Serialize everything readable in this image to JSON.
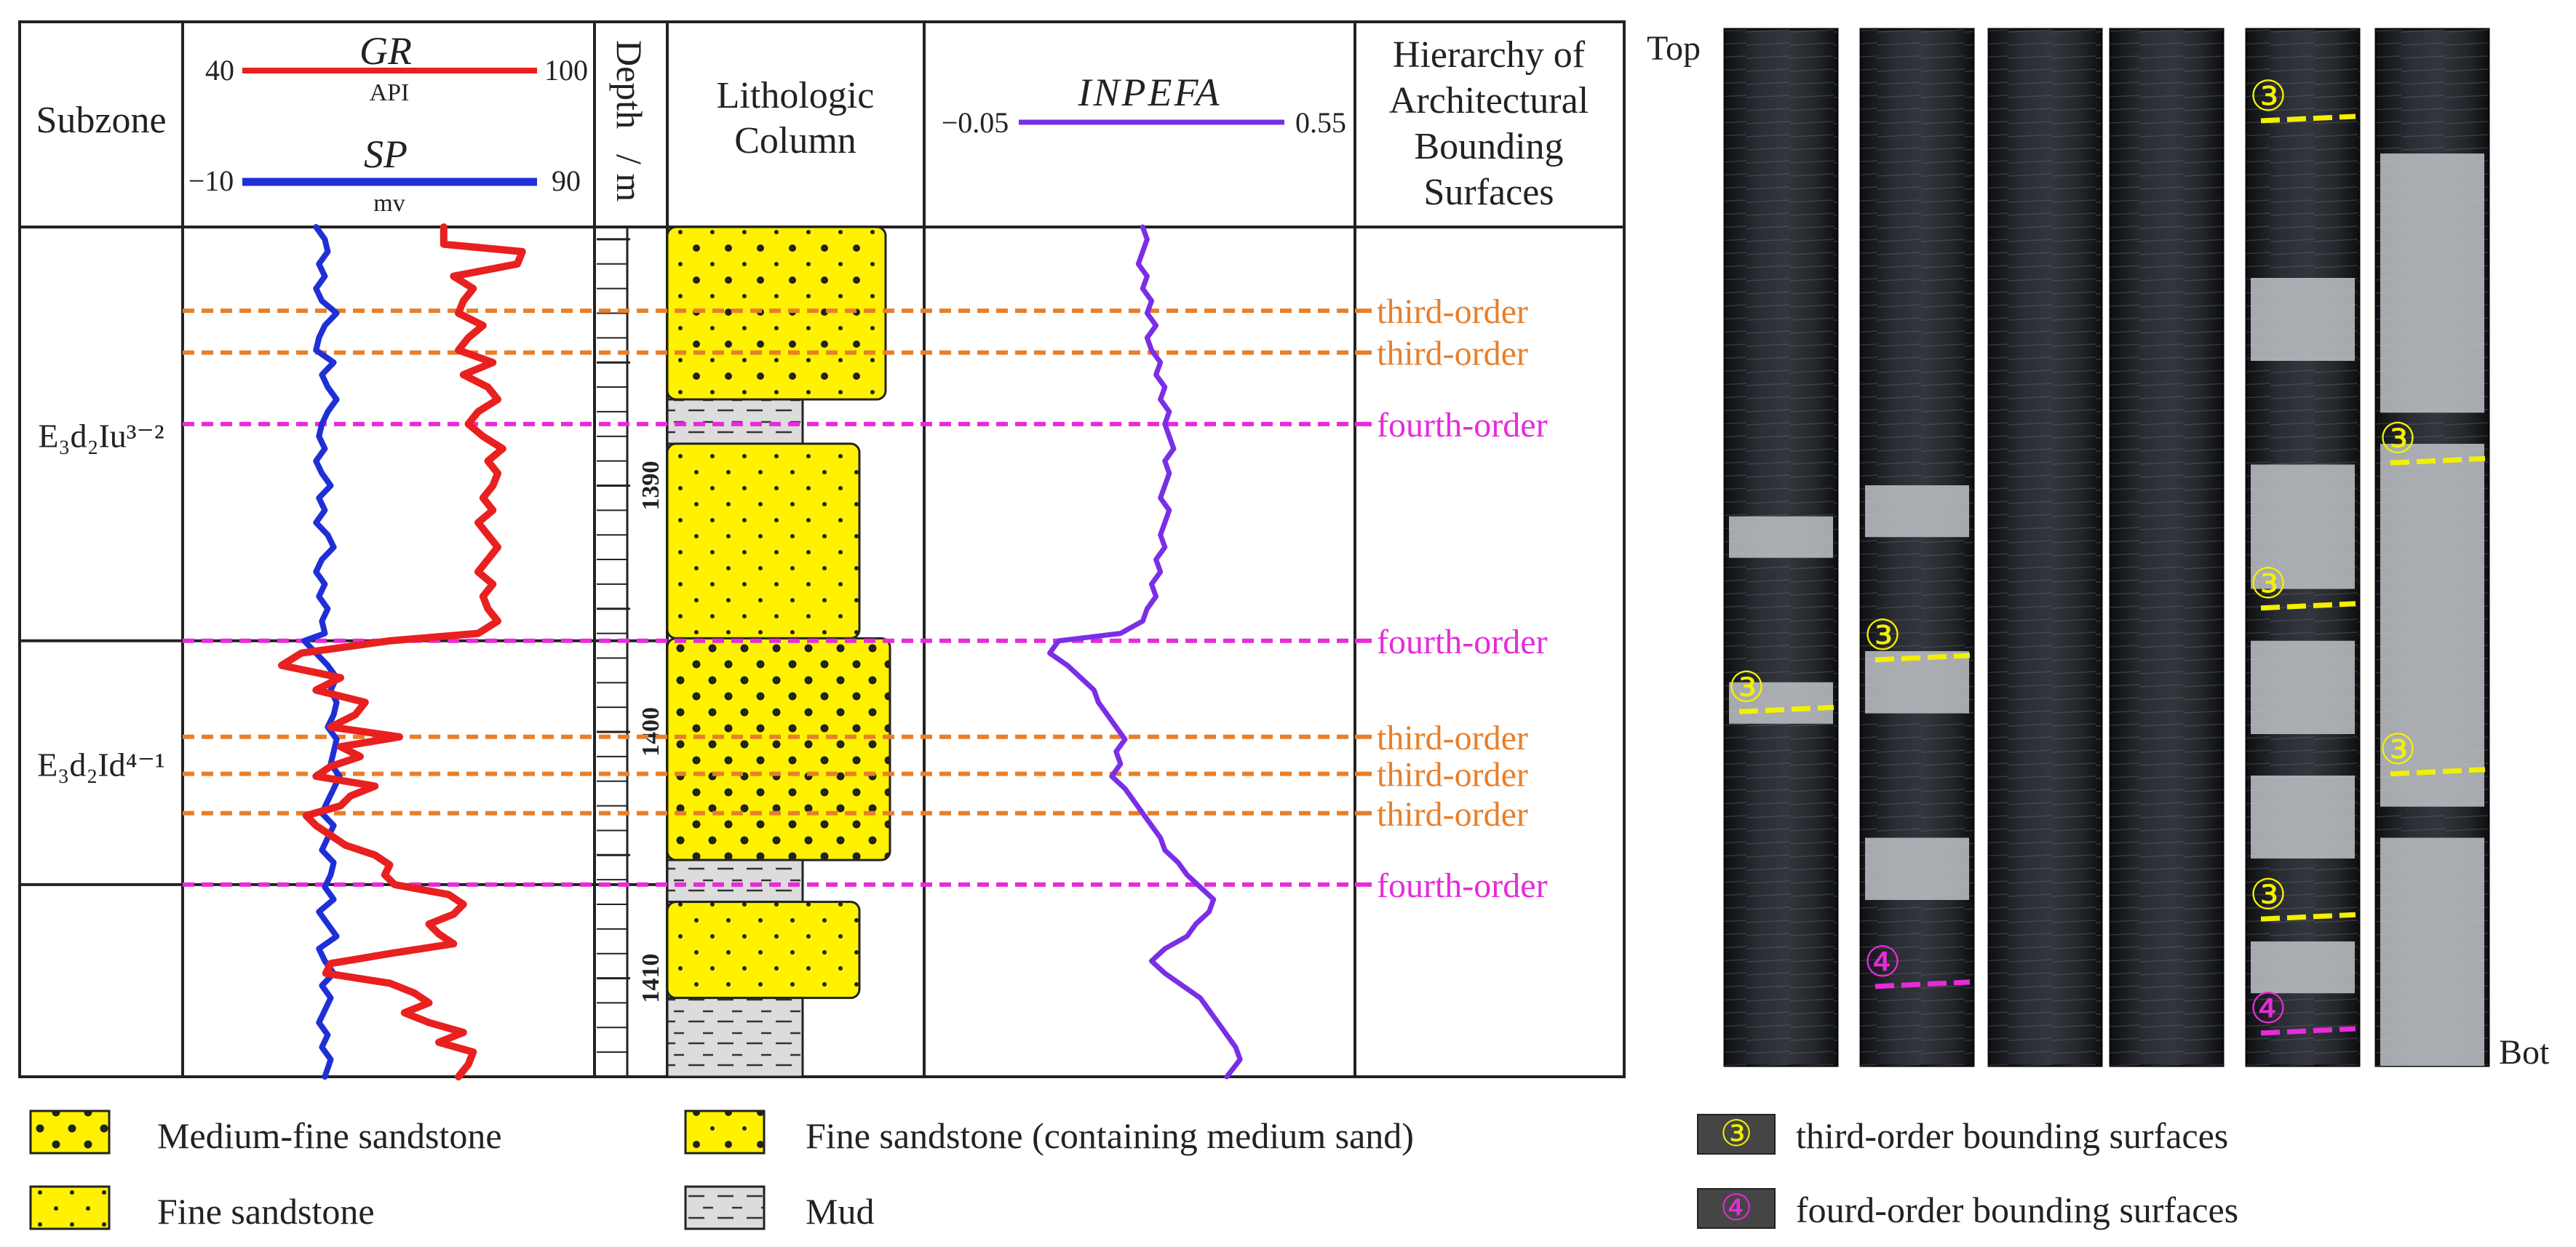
{
  "colors": {
    "gr": "#e8201f",
    "sp": "#1f2fd6",
    "inpefa": "#7a2ee6",
    "third_order": "#e87f2a",
    "fourth_order": "#e72bd9",
    "sand": "#fff200",
    "mud": "#dcdcdc",
    "core_dark": "#1a1c20",
    "core_light": "#bfc3c8",
    "circle_third": "#f3f000",
    "circle_fourth": "#e72bd9"
  },
  "headers": {
    "subzone": "Subzone",
    "gr_name": "GR",
    "gr_min": "40",
    "gr_max": "100",
    "gr_unit": "API",
    "sp_name": "SP",
    "sp_min": "−10",
    "sp_max": "90",
    "sp_unit": "mv",
    "depth": "Depth",
    "depth_unit": "/ m",
    "litho_line1": "Lithologic",
    "litho_line2": "Column",
    "inpefa_name": "INPEFA",
    "inpefa_min": "−0.05",
    "inpefa_max": "0.55",
    "hier_line1": "Hierarchy of",
    "hier_line2": "Architectural",
    "hier_line3": "Bounding",
    "hier_line4": "Surfaces"
  },
  "subzones": [
    {
      "label": "E₃d₂Iu³⁻²",
      "top_depth": 1379.5,
      "bottom_depth": 1396.3
    },
    {
      "label": "E₃d₂Id⁴⁻¹",
      "top_depth": 1396.3,
      "bottom_depth": 1406.2
    },
    {
      "label": "",
      "top_depth": 1406.2,
      "bottom_depth": 1414.0
    }
  ],
  "depth_axis": {
    "top": 1379.5,
    "bottom": 1414.0,
    "labels": [
      "1390",
      "1400",
      "1410"
    ],
    "label_values": [
      1390,
      1400,
      1410
    ]
  },
  "boundaries": [
    {
      "depth": 1382.9,
      "order": "third",
      "label": "third-order"
    },
    {
      "depth": 1384.6,
      "order": "third",
      "label": "third-order"
    },
    {
      "depth": 1387.5,
      "order": "fourth",
      "label": "fourth-order"
    },
    {
      "depth": 1396.3,
      "order": "fourth",
      "label": "fourth-order"
    },
    {
      "depth": 1400.2,
      "order": "third",
      "label": "third-order"
    },
    {
      "depth": 1401.7,
      "order": "third",
      "label": "third-order"
    },
    {
      "depth": 1403.3,
      "order": "third",
      "label": "third-order"
    },
    {
      "depth": 1406.2,
      "order": "fourth",
      "label": "fourth-order"
    }
  ],
  "lithology": [
    {
      "top": 1379.5,
      "bottom": 1386.5,
      "type": "fine-medium",
      "width": 1.0
    },
    {
      "top": 1386.5,
      "bottom": 1388.3,
      "type": "mud",
      "width": 0.62
    },
    {
      "top": 1388.3,
      "bottom": 1396.2,
      "type": "fine",
      "width": 0.88
    },
    {
      "top": 1396.2,
      "bottom": 1405.2,
      "type": "medium-fine",
      "width": 1.02
    },
    {
      "top": 1405.2,
      "bottom": 1406.9,
      "type": "mud",
      "width": 0.62
    },
    {
      "top": 1406.9,
      "bottom": 1410.8,
      "type": "fine",
      "width": 0.88
    },
    {
      "top": 1410.8,
      "bottom": 1414.0,
      "type": "mud",
      "width": 0.62
    }
  ],
  "gr_curve": {
    "depths": [
      1379.5,
      1380.2,
      1380.5,
      1381.0,
      1381.5,
      1382.0,
      1382.5,
      1383.0,
      1383.5,
      1384.0,
      1384.5,
      1385.0,
      1385.5,
      1386.0,
      1386.5,
      1387.0,
      1387.5,
      1388.0,
      1388.5,
      1389.0,
      1389.5,
      1390.0,
      1390.5,
      1391.0,
      1391.5,
      1392.0,
      1392.5,
      1393.0,
      1393.5,
      1394.0,
      1394.5,
      1395.0,
      1395.5,
      1396.0,
      1396.3,
      1396.8,
      1397.3,
      1397.8,
      1398.3,
      1398.8,
      1399.3,
      1399.8,
      1400.2,
      1400.6,
      1401.0,
      1401.4,
      1401.8,
      1402.2,
      1402.6,
      1403.0,
      1403.4,
      1403.8,
      1404.2,
      1404.6,
      1405.0,
      1405.4,
      1405.8,
      1406.2,
      1406.6,
      1407.0,
      1407.4,
      1407.8,
      1408.2,
      1408.6,
      1409.0,
      1409.4,
      1409.8,
      1410.2,
      1410.6,
      1411.0,
      1411.4,
      1411.8,
      1412.2,
      1412.6,
      1413.0,
      1413.5,
      1414.0
    ],
    "values": [
      81,
      81,
      97,
      96,
      83,
      87,
      85,
      84,
      89,
      86,
      84,
      91,
      85,
      90,
      92,
      88,
      86,
      89,
      93,
      90,
      92,
      91,
      89,
      91,
      88,
      90,
      92,
      90,
      88,
      91,
      89,
      90,
      92,
      88,
      70,
      52,
      48,
      60,
      55,
      65,
      63,
      58,
      72,
      60,
      64,
      58,
      55,
      67,
      62,
      60,
      53,
      55,
      58,
      61,
      67,
      70,
      69,
      71,
      82,
      85,
      83,
      78,
      80,
      83,
      70,
      58,
      57,
      70,
      75,
      78,
      73,
      78,
      85,
      80,
      87,
      86,
      84
    ]
  },
  "sp_curve": {
    "depths": [
      1379.5,
      1380.0,
      1380.5,
      1381.0,
      1381.5,
      1382.0,
      1382.5,
      1383.0,
      1383.5,
      1384.0,
      1384.5,
      1385.0,
      1385.5,
      1386.0,
      1386.5,
      1387.0,
      1387.5,
      1388.0,
      1388.5,
      1389.0,
      1389.5,
      1390.0,
      1390.5,
      1391.0,
      1391.5,
      1392.0,
      1392.5,
      1393.0,
      1393.5,
      1394.0,
      1394.5,
      1395.0,
      1395.5,
      1396.0,
      1396.3,
      1396.8,
      1397.3,
      1397.8,
      1398.3,
      1398.8,
      1399.3,
      1399.8,
      1400.3,
      1400.8,
      1401.3,
      1401.8,
      1402.3,
      1402.8,
      1403.3,
      1403.8,
      1404.3,
      1404.8,
      1405.3,
      1405.8,
      1406.3,
      1406.8,
      1407.3,
      1407.8,
      1408.3,
      1408.8,
      1409.3,
      1409.8,
      1410.3,
      1410.8,
      1411.3,
      1411.8,
      1412.3,
      1412.8,
      1413.3,
      1414.0
    ],
    "values": [
      15,
      18,
      19,
      16,
      18,
      15,
      17,
      22,
      18,
      16,
      15,
      21,
      17,
      19,
      22,
      19,
      17,
      16,
      18,
      15,
      17,
      20,
      16,
      18,
      15,
      19,
      21,
      17,
      15,
      18,
      16,
      19,
      17,
      18,
      11,
      15,
      19,
      22,
      20,
      22,
      21,
      19,
      22,
      21,
      20,
      23,
      21,
      19,
      17,
      21,
      19,
      17,
      21,
      20,
      18,
      21,
      16,
      19,
      22,
      16,
      18,
      21,
      17,
      20,
      18,
      16,
      19,
      17,
      20,
      18
    ]
  },
  "inpefa_curve": {
    "depths": [
      1379.5,
      1380.0,
      1380.5,
      1381.0,
      1381.5,
      1382.0,
      1382.5,
      1383.0,
      1383.5,
      1384.0,
      1384.5,
      1385.0,
      1385.5,
      1386.0,
      1386.5,
      1387.0,
      1387.5,
      1388.0,
      1388.5,
      1389.0,
      1389.5,
      1390.0,
      1390.5,
      1391.0,
      1391.5,
      1392.0,
      1392.5,
      1393.0,
      1393.5,
      1394.0,
      1394.5,
      1395.0,
      1395.5,
      1396.0,
      1396.3,
      1396.8,
      1397.3,
      1397.8,
      1398.3,
      1398.8,
      1399.3,
      1399.8,
      1400.3,
      1400.8,
      1401.3,
      1401.8,
      1402.3,
      1402.8,
      1403.3,
      1403.8,
      1404.3,
      1404.8,
      1405.3,
      1405.8,
      1406.3,
      1406.8,
      1407.3,
      1407.8,
      1408.3,
      1408.8,
      1409.3,
      1409.8,
      1410.3,
      1410.8,
      1411.3,
      1411.8,
      1412.3,
      1412.8,
      1413.3,
      1414.0
    ],
    "values": [
      0.23,
      0.24,
      0.23,
      0.22,
      0.24,
      0.23,
      0.25,
      0.24,
      0.26,
      0.24,
      0.25,
      0.27,
      0.26,
      0.28,
      0.27,
      0.29,
      0.28,
      0.29,
      0.3,
      0.28,
      0.29,
      0.28,
      0.27,
      0.29,
      0.28,
      0.27,
      0.28,
      0.26,
      0.27,
      0.25,
      0.26,
      0.24,
      0.23,
      0.18,
      0.04,
      0.02,
      0.06,
      0.09,
      0.12,
      0.13,
      0.15,
      0.17,
      0.19,
      0.17,
      0.18,
      0.16,
      0.19,
      0.21,
      0.23,
      0.25,
      0.27,
      0.28,
      0.31,
      0.33,
      0.36,
      0.39,
      0.38,
      0.35,
      0.33,
      0.28,
      0.25,
      0.28,
      0.32,
      0.36,
      0.38,
      0.4,
      0.42,
      0.44,
      0.45,
      0.42
    ]
  },
  "core_photo": {
    "top_label": "Top",
    "bottom_label": "Bot",
    "strips": [
      {
        "markers": [
          {
            "type": "3",
            "label": "③",
            "pos": 0.65
          }
        ]
      },
      {
        "markers": [
          {
            "type": "3",
            "label": "③",
            "pos": 0.6
          },
          {
            "type": "4",
            "label": "④",
            "pos": 0.915
          }
        ]
      },
      {
        "markers": []
      },
      {
        "markers": []
      },
      {
        "markers": [
          {
            "type": "3",
            "label": "③",
            "pos": 0.08
          },
          {
            "type": "3",
            "label": "③",
            "pos": 0.55
          },
          {
            "type": "3",
            "label": "③",
            "pos": 0.85
          },
          {
            "type": "4",
            "label": "④",
            "pos": 0.96
          }
        ]
      },
      {
        "markers": [
          {
            "type": "3",
            "label": "③",
            "pos": 0.41
          },
          {
            "type": "3",
            "label": "③",
            "pos": 0.71
          }
        ]
      }
    ]
  },
  "legend": {
    "medium_fine": "Medium-fine sandstone",
    "fine_med": "Fine sandstone (containing medium sand)",
    "fine": "Fine sandstone",
    "mud": "Mud",
    "third_symbol": "③",
    "third_text": "third-order bounding surfaces",
    "fourth_symbol": "④",
    "fourth_text": "fourd-order bounding surfaces"
  }
}
